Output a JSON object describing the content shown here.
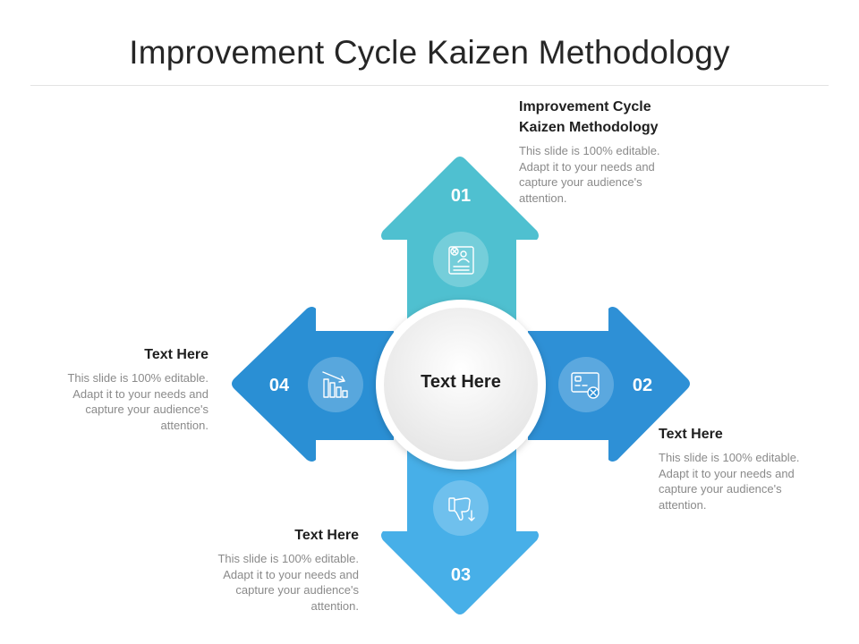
{
  "title": "Improvement Cycle Kaizen Methodology",
  "center": {
    "label": "Text Here"
  },
  "colors": {
    "arrow_01": "#4fc0d0",
    "arrow_02": "#2e90d6",
    "arrow_03": "#47afe8",
    "arrow_04": "#2a8fd4"
  },
  "steps": [
    {
      "number": "01",
      "heading": "Improvement Cycle Kaizen Methodology",
      "body": "This slide is 100% editable. Adapt it to your needs and capture your audience's attention.",
      "icon": "user-profile-document-icon"
    },
    {
      "number": "02",
      "heading": "Text Here",
      "body": "This slide is 100% editable. Adapt it to your needs and capture your audience's attention.",
      "icon": "declined-credit-card-icon"
    },
    {
      "number": "03",
      "heading": "Text Here",
      "body": "This slide is 100% editable. Adapt it to your needs and capture your audience's attention.",
      "icon": "thumbs-down-icon"
    },
    {
      "number": "04",
      "heading": "Text Here",
      "body": "This slide is 100% editable. Adapt it to your needs and capture your audience's attention.",
      "icon": "declining-bar-chart-icon"
    }
  ]
}
